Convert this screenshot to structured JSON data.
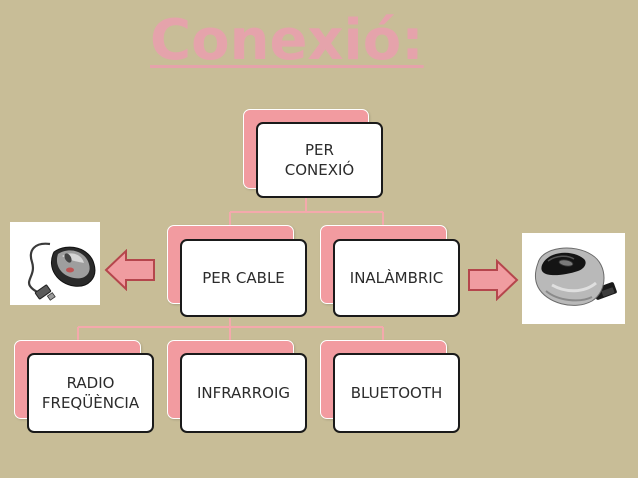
{
  "title": "Conexió:",
  "colors": {
    "background": "#c8bd97",
    "title": "#e5a3ab",
    "node_back": "#f29ba0",
    "connector": "#f4a9ac",
    "arrow_fill": "#f09ca0",
    "arrow_stroke": "#b5464c"
  },
  "diagram": {
    "root": "PER\nCONEXIÓ",
    "level1": {
      "left": "PER CABLE",
      "right": "INALÀMBRIC"
    },
    "level2": {
      "radio": "RADIO\nFREQÜÈNCIA",
      "infrared": "INFRARROIG",
      "bluetooth": "BLUETOOTH"
    }
  },
  "images": {
    "left": "wired-mouse-photo",
    "right": "wireless-mouse-photo"
  }
}
